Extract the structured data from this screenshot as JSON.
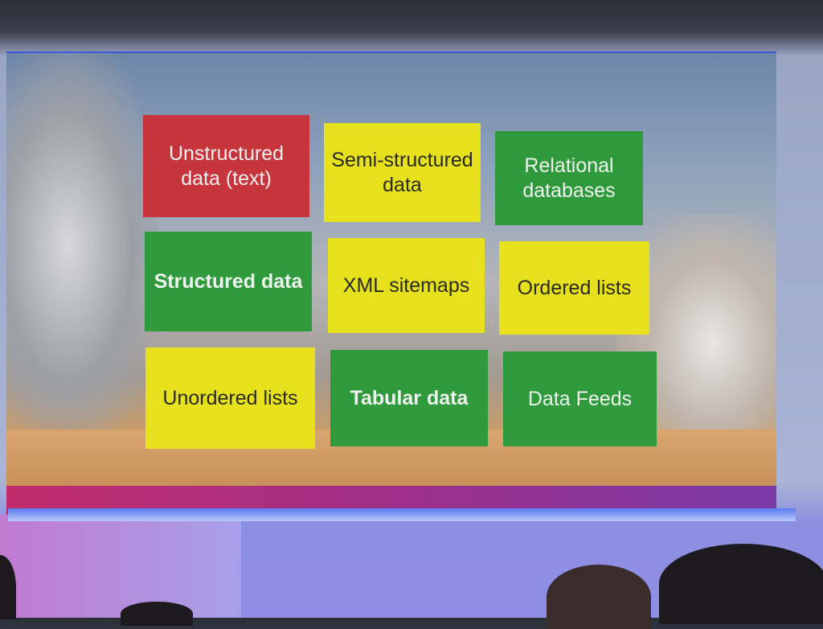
{
  "slide": {
    "boxes": [
      {
        "label": "Unstructured data (text)",
        "color": "#c6353b"
      },
      {
        "label": "Semi-structured data",
        "color": "#e6e11c"
      },
      {
        "label": "Relational databases",
        "color": "#2f9a3c"
      },
      {
        "label": "Structured data",
        "color": "#2f9a3c"
      },
      {
        "label": "XML sitemaps",
        "color": "#e6e11c"
      },
      {
        "label": "Ordered lists",
        "color": "#e6e11c"
      },
      {
        "label": "Unordered lists",
        "color": "#e6e11c"
      },
      {
        "label": "Tabular data",
        "color": "#2f9a3c"
      },
      {
        "label": "Data Feeds",
        "color": "#2f9a3c"
      }
    ]
  }
}
